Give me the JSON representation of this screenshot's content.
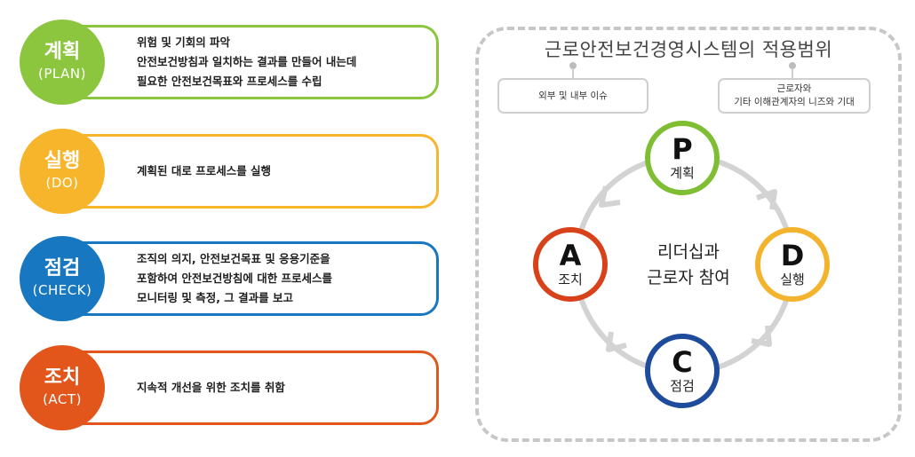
{
  "pdca_rows": [
    {
      "ko": "계획",
      "en": "(PLAN)",
      "color": "#8cc63e",
      "lines": [
        "위험 및 기회의 파악",
        "안전보건방침과 일치하는 결과를 만들어 내는데",
        "필요한 안전보건목표와 프로세스를 수립"
      ]
    },
    {
      "ko": "실행",
      "en": "(DO)",
      "color": "#f7b52b",
      "lines": [
        "계획된 대로 프로세스를 실행"
      ]
    },
    {
      "ko": "점검",
      "en": "(CHECK)",
      "color": "#1777c0",
      "lines": [
        "조직의 의지, 안전보건목표 및 응용기준을",
        "포함하여 안전보건방침에 대한 프로세스를",
        "모니터링 및 측정, 그 결과를 보고"
      ]
    },
    {
      "ko": "조치",
      "en": "(ACT)",
      "color": "#e2561b",
      "lines": [
        "지속적 개선을 위한 조치를 취함"
      ]
    }
  ],
  "scope": {
    "title": "근로안전보건경영시스템의 적용범위",
    "left_tag": "외부 및 내부 이슈",
    "right_tag_lines": [
      "근로자와",
      "기타 이해관계자의 니즈와 기대"
    ]
  },
  "cycle": {
    "center_lines": [
      "리더십과",
      "근로자 참여"
    ],
    "nodes": [
      {
        "letter": "P",
        "label": "계획",
        "color": "#7fbe32"
      },
      {
        "letter": "D",
        "label": "실행",
        "color": "#f3b32d"
      },
      {
        "letter": "C",
        "label": "점검",
        "color": "#1f4b9c"
      },
      {
        "letter": "A",
        "label": "조치",
        "color": "#d8421b"
      }
    ]
  }
}
